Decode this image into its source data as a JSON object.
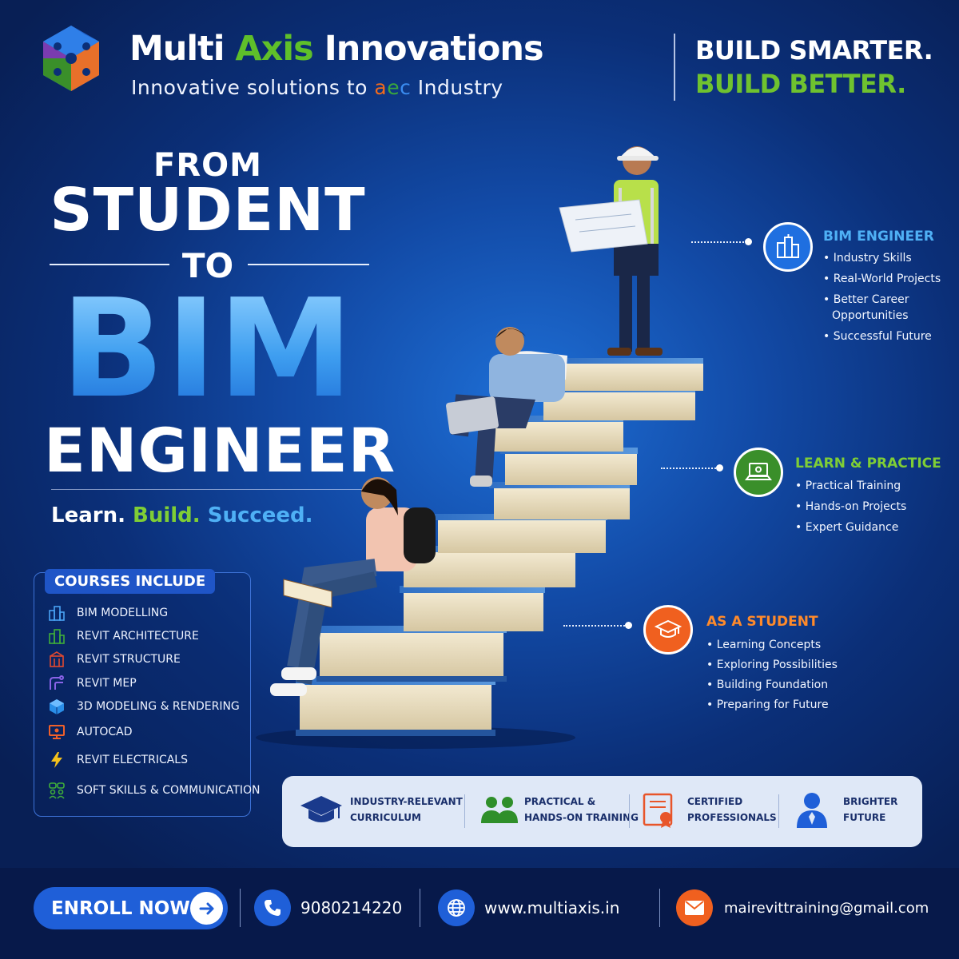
{
  "brand": {
    "name_part1": "Multi ",
    "name_part2": "Axis",
    "name_part3": " Innovations",
    "tagline_before": "Innovative solutions to ",
    "tagline_a": "a",
    "tagline_e": "e",
    "tagline_c": "c",
    "tagline_after": " Industry"
  },
  "slogan": {
    "line1": "BUILD SMARTER.",
    "line2": "BUILD BETTER."
  },
  "hero": {
    "from": "FROM",
    "student": "STUDENT",
    "to": "TO",
    "bim": "BIM",
    "engineer": "ENGINEER",
    "motto_1": "Learn.",
    "motto_2": "Build.",
    "motto_3": "Succeed."
  },
  "courses": {
    "title": "COURSES INCLUDE",
    "items": [
      {
        "label": "BIM MODELLING",
        "icon": "building-icon",
        "color": "#4aa3f5"
      },
      {
        "label": "REVIT ARCHITECTURE",
        "icon": "building-icon",
        "color": "#3fae3a"
      },
      {
        "label": "REVIT STRUCTURE",
        "icon": "building-icon",
        "color": "#e2492f"
      },
      {
        "label": "REVIT MEP",
        "icon": "pipes-icon",
        "color": "#8a63e8"
      },
      {
        "label": "3D MODELING & RENDERING",
        "icon": "cube-icon",
        "color": "#3aa2f2"
      },
      {
        "label": "AUTOCAD",
        "icon": "monitor-icon",
        "color": "#f0602a"
      },
      {
        "label": "REVIT ELECTRICALS",
        "icon": "lightning-icon",
        "color": "#f5c21b"
      },
      {
        "label": "SOFT SKILLS & COMMUNICATION",
        "icon": "people-icon",
        "color": "#3fae3a"
      }
    ]
  },
  "milestones": [
    {
      "title": "BIM ENGINEER",
      "color": "#1f6fe0",
      "title_color": "#4fb0f5",
      "icon": "office-building-icon",
      "items": [
        "Industry Skills",
        "Real-World Projects",
        "Better Career",
        "Opportunities",
        "Successful Future"
      ]
    },
    {
      "title": "LEARN & PRACTICE",
      "color": "#3a8f2a",
      "title_color": "#7fce35",
      "icon": "laptop-icon",
      "items": [
        "Practical Training",
        "Hands-on Projects",
        "Expert Guidance"
      ]
    },
    {
      "title": "AS A STUDENT",
      "color": "#f0601f",
      "title_color": "#ff8a2a",
      "icon": "graduation-cap-icon",
      "items": [
        "Learning Concepts",
        "Exploring Possibilities",
        "Building Foundation",
        "Preparing for Future"
      ]
    }
  ],
  "features": [
    {
      "line1": "INDUSTRY-RELEVANT",
      "line2": "CURRICULUM",
      "icon": "graduation-cap-icon"
    },
    {
      "line1": "PRACTICAL &",
      "line2": "HANDS-ON TRAINING",
      "icon": "group-icon"
    },
    {
      "line1": "CERTIFIED",
      "line2": "PROFESSIONALS",
      "icon": "certificate-icon"
    },
    {
      "line1": "BRIGHTER",
      "line2": "FUTURE",
      "icon": "person-icon"
    }
  ],
  "footer": {
    "enroll_label": "ENROLL NOW",
    "phone": "9080214220",
    "website": "www.multiaxis.in",
    "email": "mairevittraining@gmail.com"
  },
  "colors": {
    "accent_green": "#6fc22f",
    "accent_blue": "#4fb0f5",
    "accent_orange": "#f0601f",
    "footer_bg": "#07194a"
  }
}
